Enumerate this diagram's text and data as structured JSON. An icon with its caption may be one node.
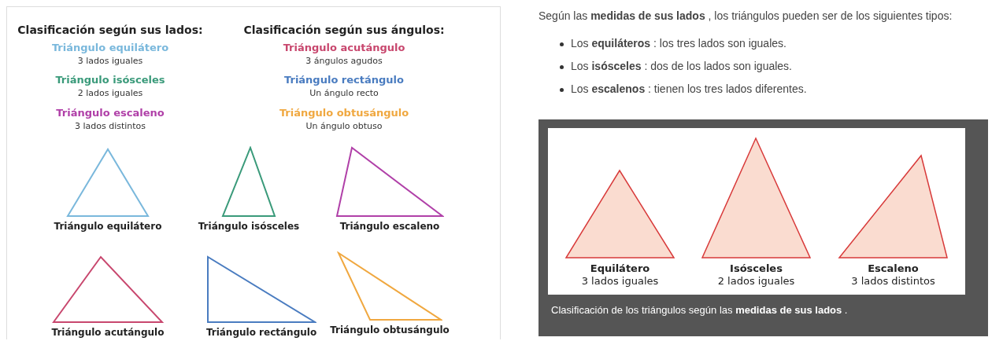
{
  "diagram": {
    "nodes": [
      {
        "text": [],
        "shape": "triangle",
        "beside": [
          "Triángulo equilátero"
        ]
      },
      {
        "text": [],
        "shape": "triangle",
        "beside": [
          "Triángulo isósceles"
        ]
      },
      {
        "text": [],
        "shape": "triangle",
        "beside": [
          "Triángulo escaleno"
        ]
      },
      {
        "text": [],
        "shape": "triangle",
        "beside": [
          "Triángulo acutángulo"
        ]
      },
      {
        "text": [],
        "shape": "triangle",
        "beside": [
          "Triángulo rectángulo"
        ]
      },
      {
        "text": [],
        "shape": "triangle",
        "beside": [
          "Triángulo obtusángulo"
        ]
      },
      {
        "text": [
          "Clasificación de los triángulos según las **medidas de sus lados** ."
        ]
      },
      {
        "text": [],
        "shape": "triangle",
        "in": 6,
        "beside": [
          "Equilátero",
          "3 lados iguales"
        ]
      },
      {
        "text": [],
        "shape": "triangle",
        "in": 6,
        "beside": [
          "Isósceles",
          "2 lados iguales"
        ]
      },
      {
        "text": [],
        "shape": "triangle",
        "in": 6,
        "beside": [
          "Escaleno",
          "3 lados distintos"
        ]
      }
    ],
    "labels": [
      "Clasificación según sus lados:",
      "Clasificación según sus ángulos:",
      "Triángulo equilátero",
      "3 lados iguales",
      "Triángulo acutángulo",
      "3 ángulos agudos",
      "Triángulo isósceles",
      "2 lados iguales",
      "Triángulo rectángulo",
      "Un ángulo recto",
      "Triángulo escaleno",
      "3 lados distintos",
      "Triángulo obtusángulo",
      "Un ángulo obtuso",
      "Según las **medidas de sus lados** , los triángulos pueden ser de los siguientes tipos:",
      "Los **equiláteros** : los tres lados son iguales.",
      "Los **isósceles** : dos de los lados son iguales.",
      "Los **escalenos** : tienen los tres lados diferentes."
    ]
  }
}
